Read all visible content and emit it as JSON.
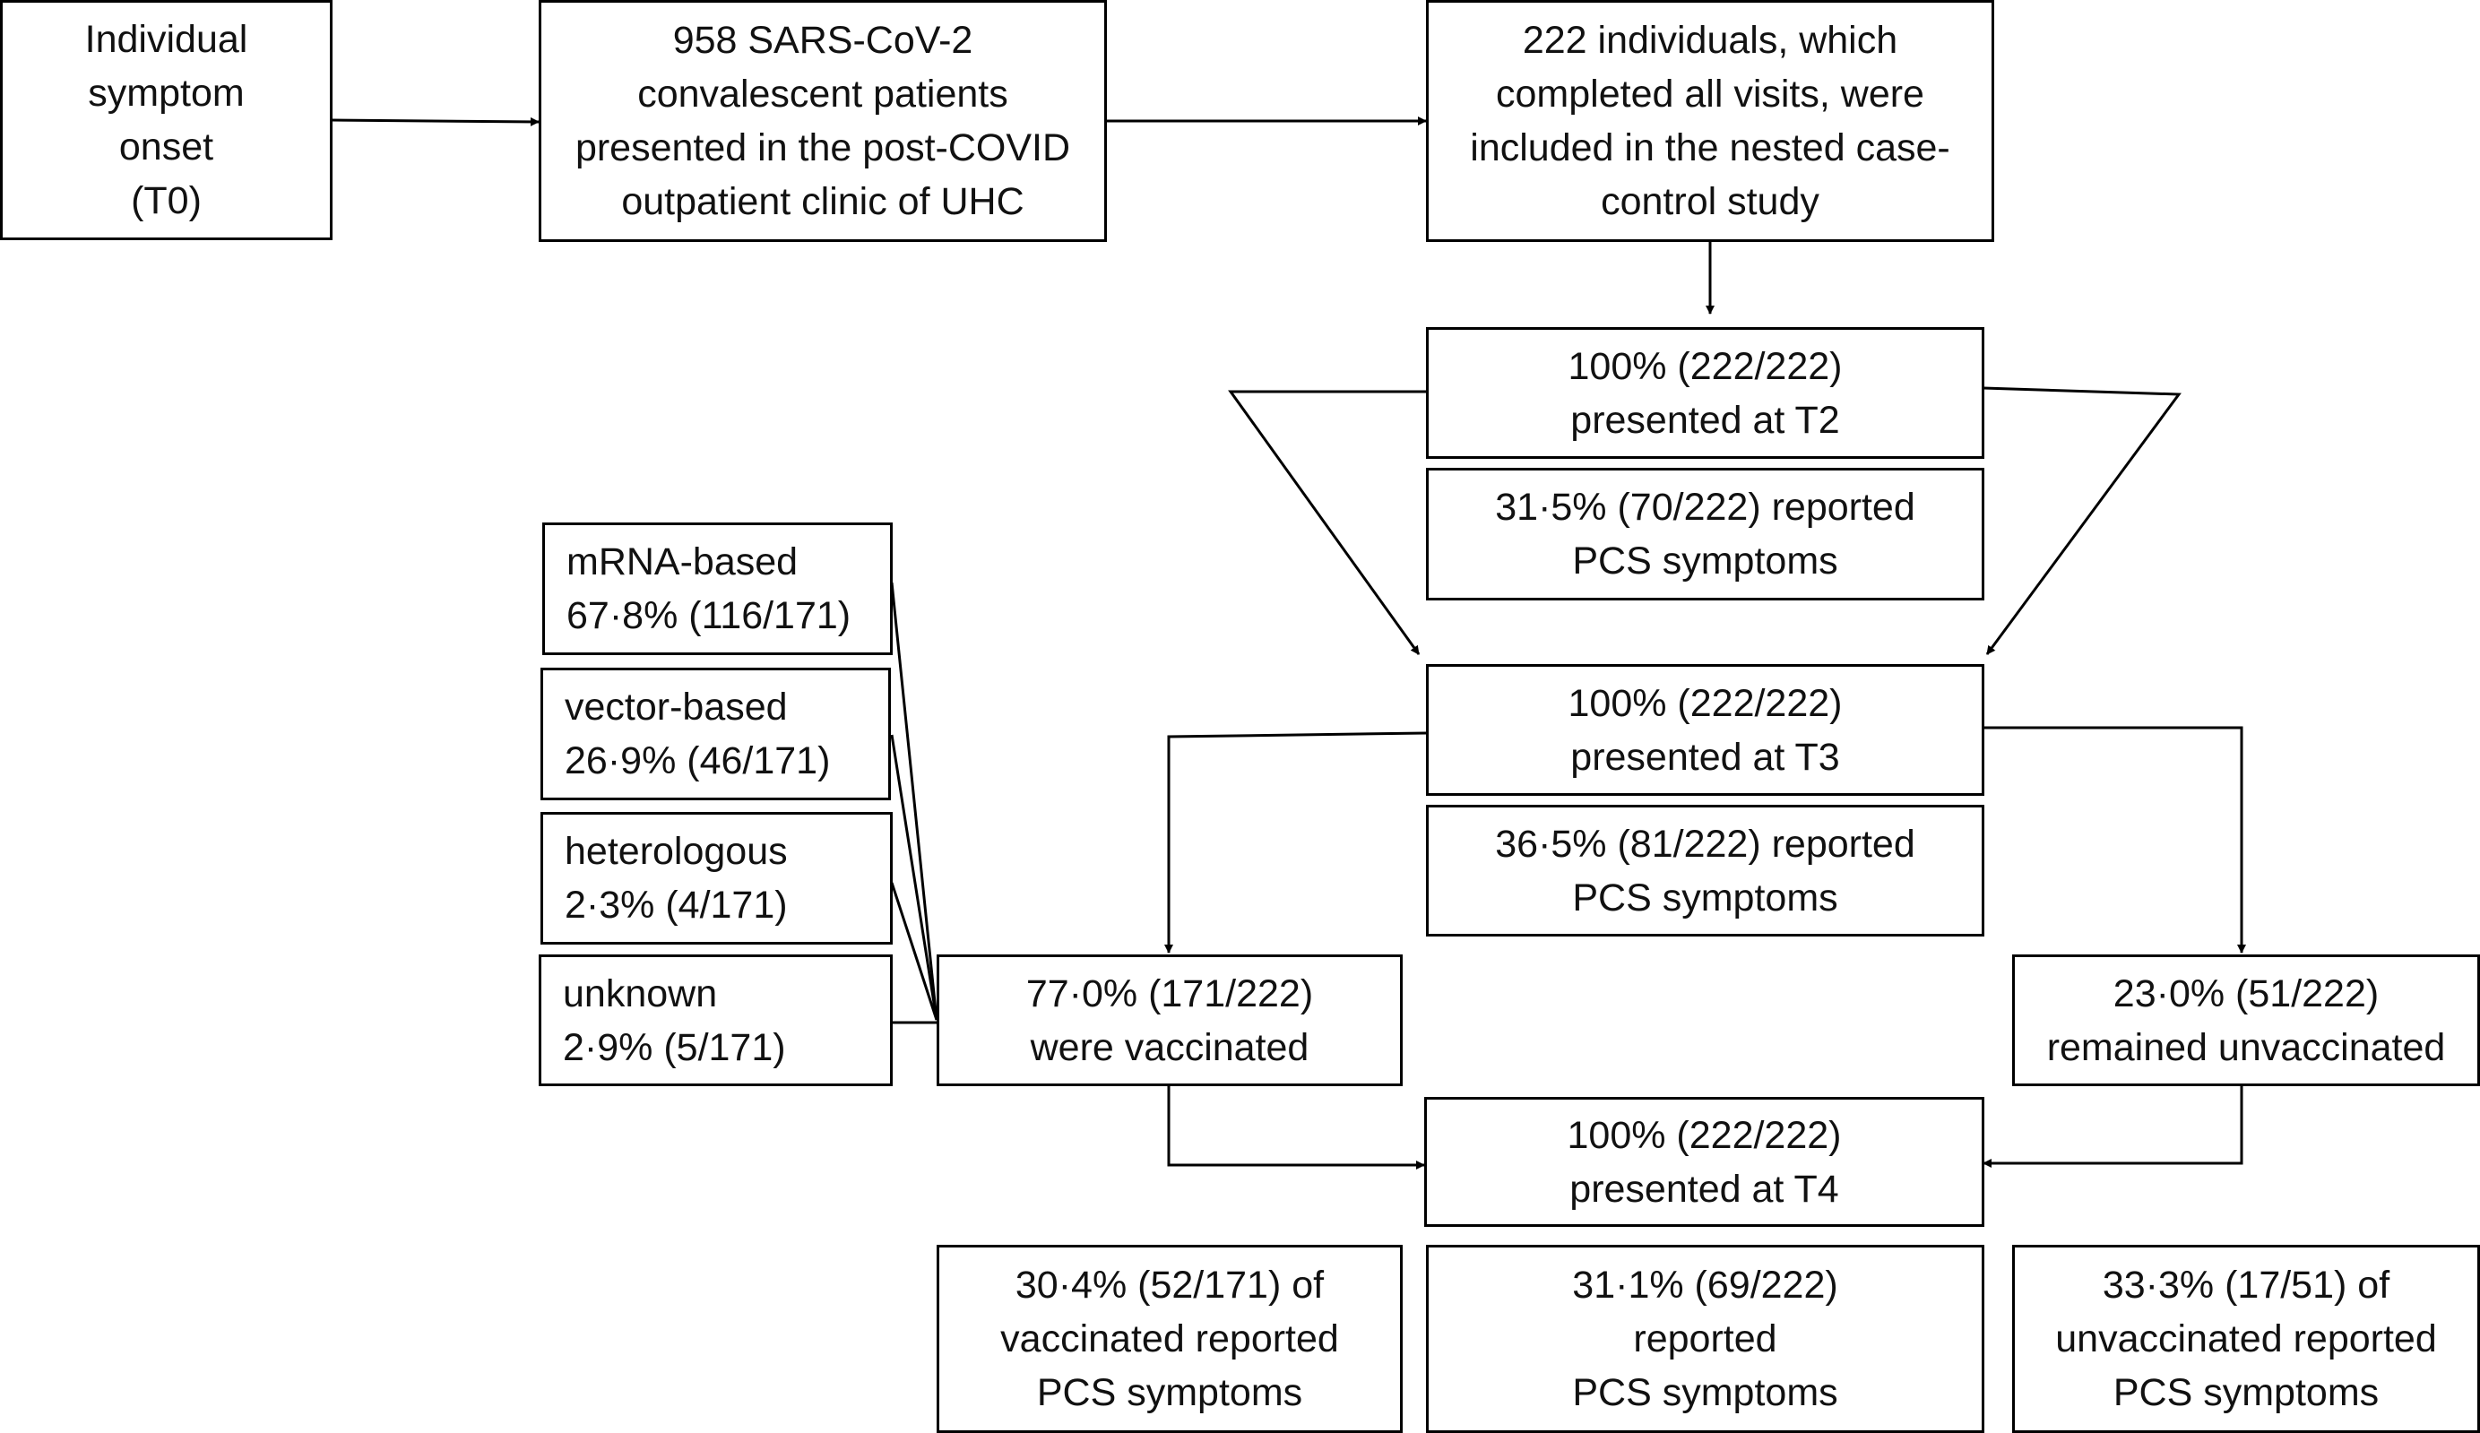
{
  "colors": {
    "line": "#000000",
    "text": "#111111",
    "background": "#ffffff"
  },
  "boxes": {
    "onset": [
      "Individual",
      "symptom",
      "onset",
      "(T0)"
    ],
    "patients": [
      "958 SARS-CoV-2",
      "convalescent patients",
      "presented in the post-COVID",
      "outpatient clinic of UHC"
    ],
    "included": [
      "222 individuals, which",
      "completed all visits, were",
      "included in the nested case-",
      "control study"
    ],
    "t2": [
      "100% (222/222)",
      "presented at T2"
    ],
    "t2_pcs": [
      "31·5% (70/222) reported",
      "PCS symptoms"
    ],
    "t3": [
      "100% (222/222)",
      "presented at T3"
    ],
    "t3_pcs": [
      "36·5% (81/222) reported",
      "PCS symptoms"
    ],
    "mrna": [
      "mRNA-based",
      "67·8% (116/171)"
    ],
    "vector": [
      "vector-based",
      "26·9% (46/171)"
    ],
    "heterologous": [
      "heterologous",
      "2·3% (4/171)"
    ],
    "unknown": [
      "unknown",
      "2·9% (5/171)"
    ],
    "vaccinated": [
      "77·0% (171/222)",
      "were vaccinated"
    ],
    "unvaccinated": [
      "23·0% (51/222)",
      "remained unvaccinated"
    ],
    "t4": [
      "100% (222/222)",
      "presented at T4"
    ],
    "vacc_pcs": [
      "30·4% (52/171) of",
      "vaccinated reported",
      "PCS symptoms"
    ],
    "t4_pcs": [
      "31·1% (69/222)",
      "reported",
      "PCS symptoms"
    ],
    "unvacc_pcs": [
      "33·3% (17/51) of",
      "unvaccinated reported",
      "PCS symptoms"
    ]
  }
}
